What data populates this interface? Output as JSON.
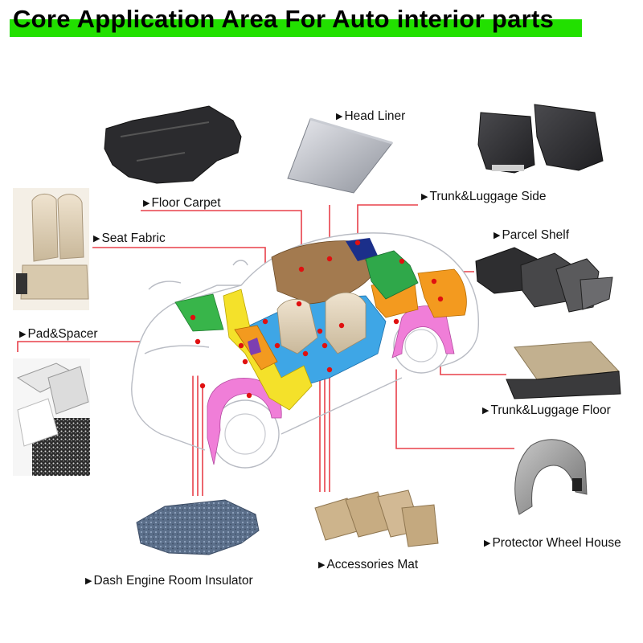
{
  "title": "Core Application Area For Auto interior parts",
  "colors": {
    "title_highlight": "#22e000",
    "leader_line": "#e8404a",
    "marker": "#e01010"
  },
  "labels": {
    "head_liner": "Head Liner",
    "floor_carpet": "Floor Carpet",
    "trunk_luggage_side": "Trunk&Luggage Side",
    "seat_fabric": "Seat Fabric",
    "parcel_shelf": "Parcel Shelf",
    "pad_spacer": "Pad&Spacer",
    "trunk_luggage_floor": "Trunk&Luggage Floor",
    "protector_wheel_house": "Protector Wheel House",
    "accessories_mat": "Accessories Mat",
    "dash_engine_room_insulator": "Dash Engine Room Insulator"
  },
  "icons": {
    "label_marker": "▶"
  }
}
